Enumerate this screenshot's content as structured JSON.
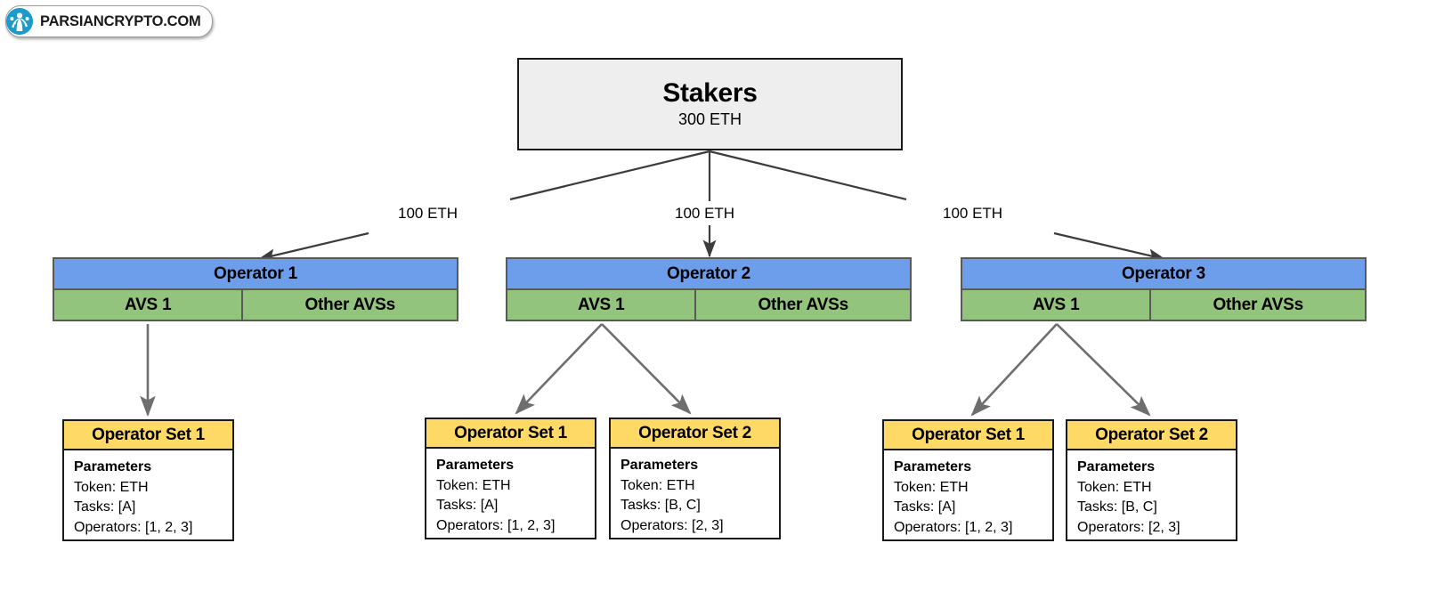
{
  "watermark": {
    "text": "PARSIANCRYPTO.COM",
    "logo_icon": "parsiancrypto-logo-icon",
    "logo_color": "#1B9ACB"
  },
  "colors": {
    "stakers_fill": "#EEEEEE",
    "operator_header_fill": "#6D9EEB",
    "avs_fill": "#93C47D",
    "operator_set_header_fill": "#FFD966",
    "body_fill": "#FFFFFF",
    "stroke_dark": "#1A1A1A",
    "stroke_gray": "#595959",
    "arrow_dark": "#3C3C3C",
    "arrow_gray": "#6E6E6E"
  },
  "stakers": {
    "title": "Stakers",
    "amount": "300 ETH"
  },
  "delegation_labels": [
    "100 ETH",
    "100 ETH",
    "100 ETH"
  ],
  "operators": [
    {
      "name": "Operator 1",
      "avs_primary": "AVS 1",
      "avs_other": "Other AVSs",
      "operator_sets": [
        {
          "title": "Operator Set 1",
          "params_heading": "Parameters",
          "token": "Token: ETH",
          "tasks": "Tasks: [A]",
          "operators": "Operators: [1, 2, 3]"
        }
      ]
    },
    {
      "name": "Operator 2",
      "avs_primary": "AVS 1",
      "avs_other": "Other AVSs",
      "operator_sets": [
        {
          "title": "Operator Set 1",
          "params_heading": "Parameters",
          "token": "Token: ETH",
          "tasks": "Tasks: [A]",
          "operators": "Operators: [1, 2, 3]"
        },
        {
          "title": "Operator Set 2",
          "params_heading": "Parameters",
          "token": "Token: ETH",
          "tasks": "Tasks: [B, C]",
          "operators": "Operators: [2, 3]"
        }
      ]
    },
    {
      "name": "Operator 3",
      "avs_primary": "AVS 1",
      "avs_other": "Other AVSs",
      "operator_sets": [
        {
          "title": "Operator Set 1",
          "params_heading": "Parameters",
          "token": "Token: ETH",
          "tasks": "Tasks: [A]",
          "operators": "Operators: [1, 2, 3]"
        },
        {
          "title": "Operator Set 2",
          "params_heading": "Parameters",
          "token": "Token: ETH",
          "tasks": "Tasks: [B, C]",
          "operators": "Operators: [2, 3]"
        }
      ]
    }
  ]
}
